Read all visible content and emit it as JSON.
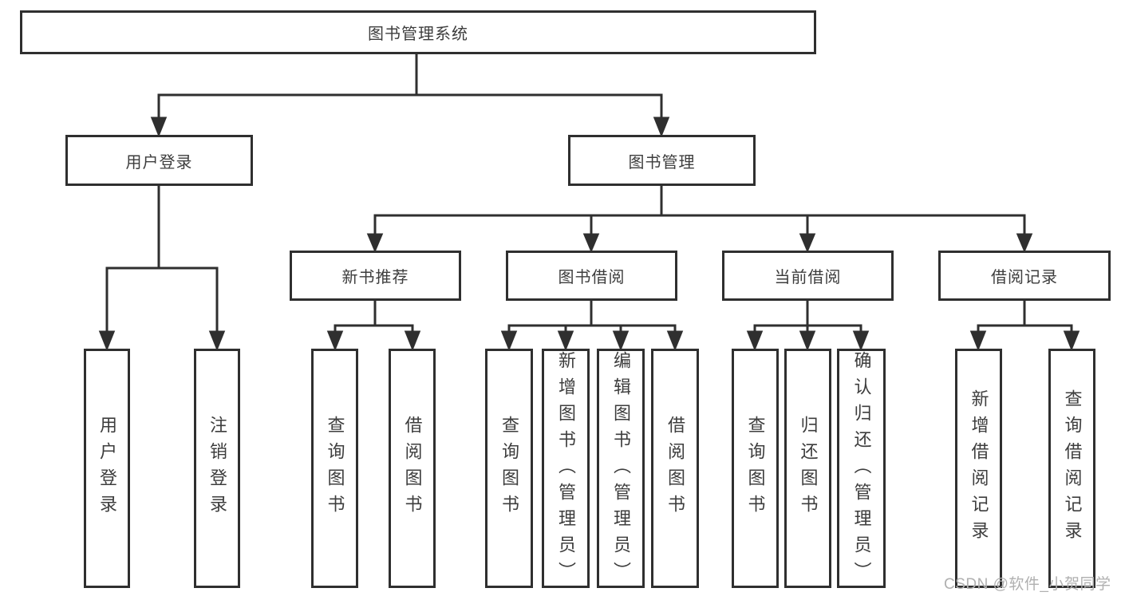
{
  "diagram": {
    "title": "图书管理系统",
    "level2": [
      "用户登录",
      "图书管理"
    ],
    "level3": [
      "新书推荐",
      "图书借阅",
      "当前借阅",
      "借阅记录"
    ],
    "leaves": {
      "user_login": [
        "用户登录",
        "注销登录"
      ],
      "new_book_rec": [
        "查询图书",
        "借阅图书"
      ],
      "book_borrow": [
        "查询图书",
        "新增图书（管理员）",
        "编辑图书（管理员）",
        "借阅图书"
      ],
      "current_borrow": [
        "查询图书",
        "归还图书",
        "确认归还（管理员）"
      ],
      "borrow_records": [
        "新增借阅记录",
        "查询借阅记录"
      ]
    }
  },
  "watermark": "CSDN @软件_小贺同学",
  "colors": {
    "line": "#2f2f2f",
    "text": "#3d3d3d",
    "watermark": "#b0b0b0",
    "background": "#ffffff"
  }
}
